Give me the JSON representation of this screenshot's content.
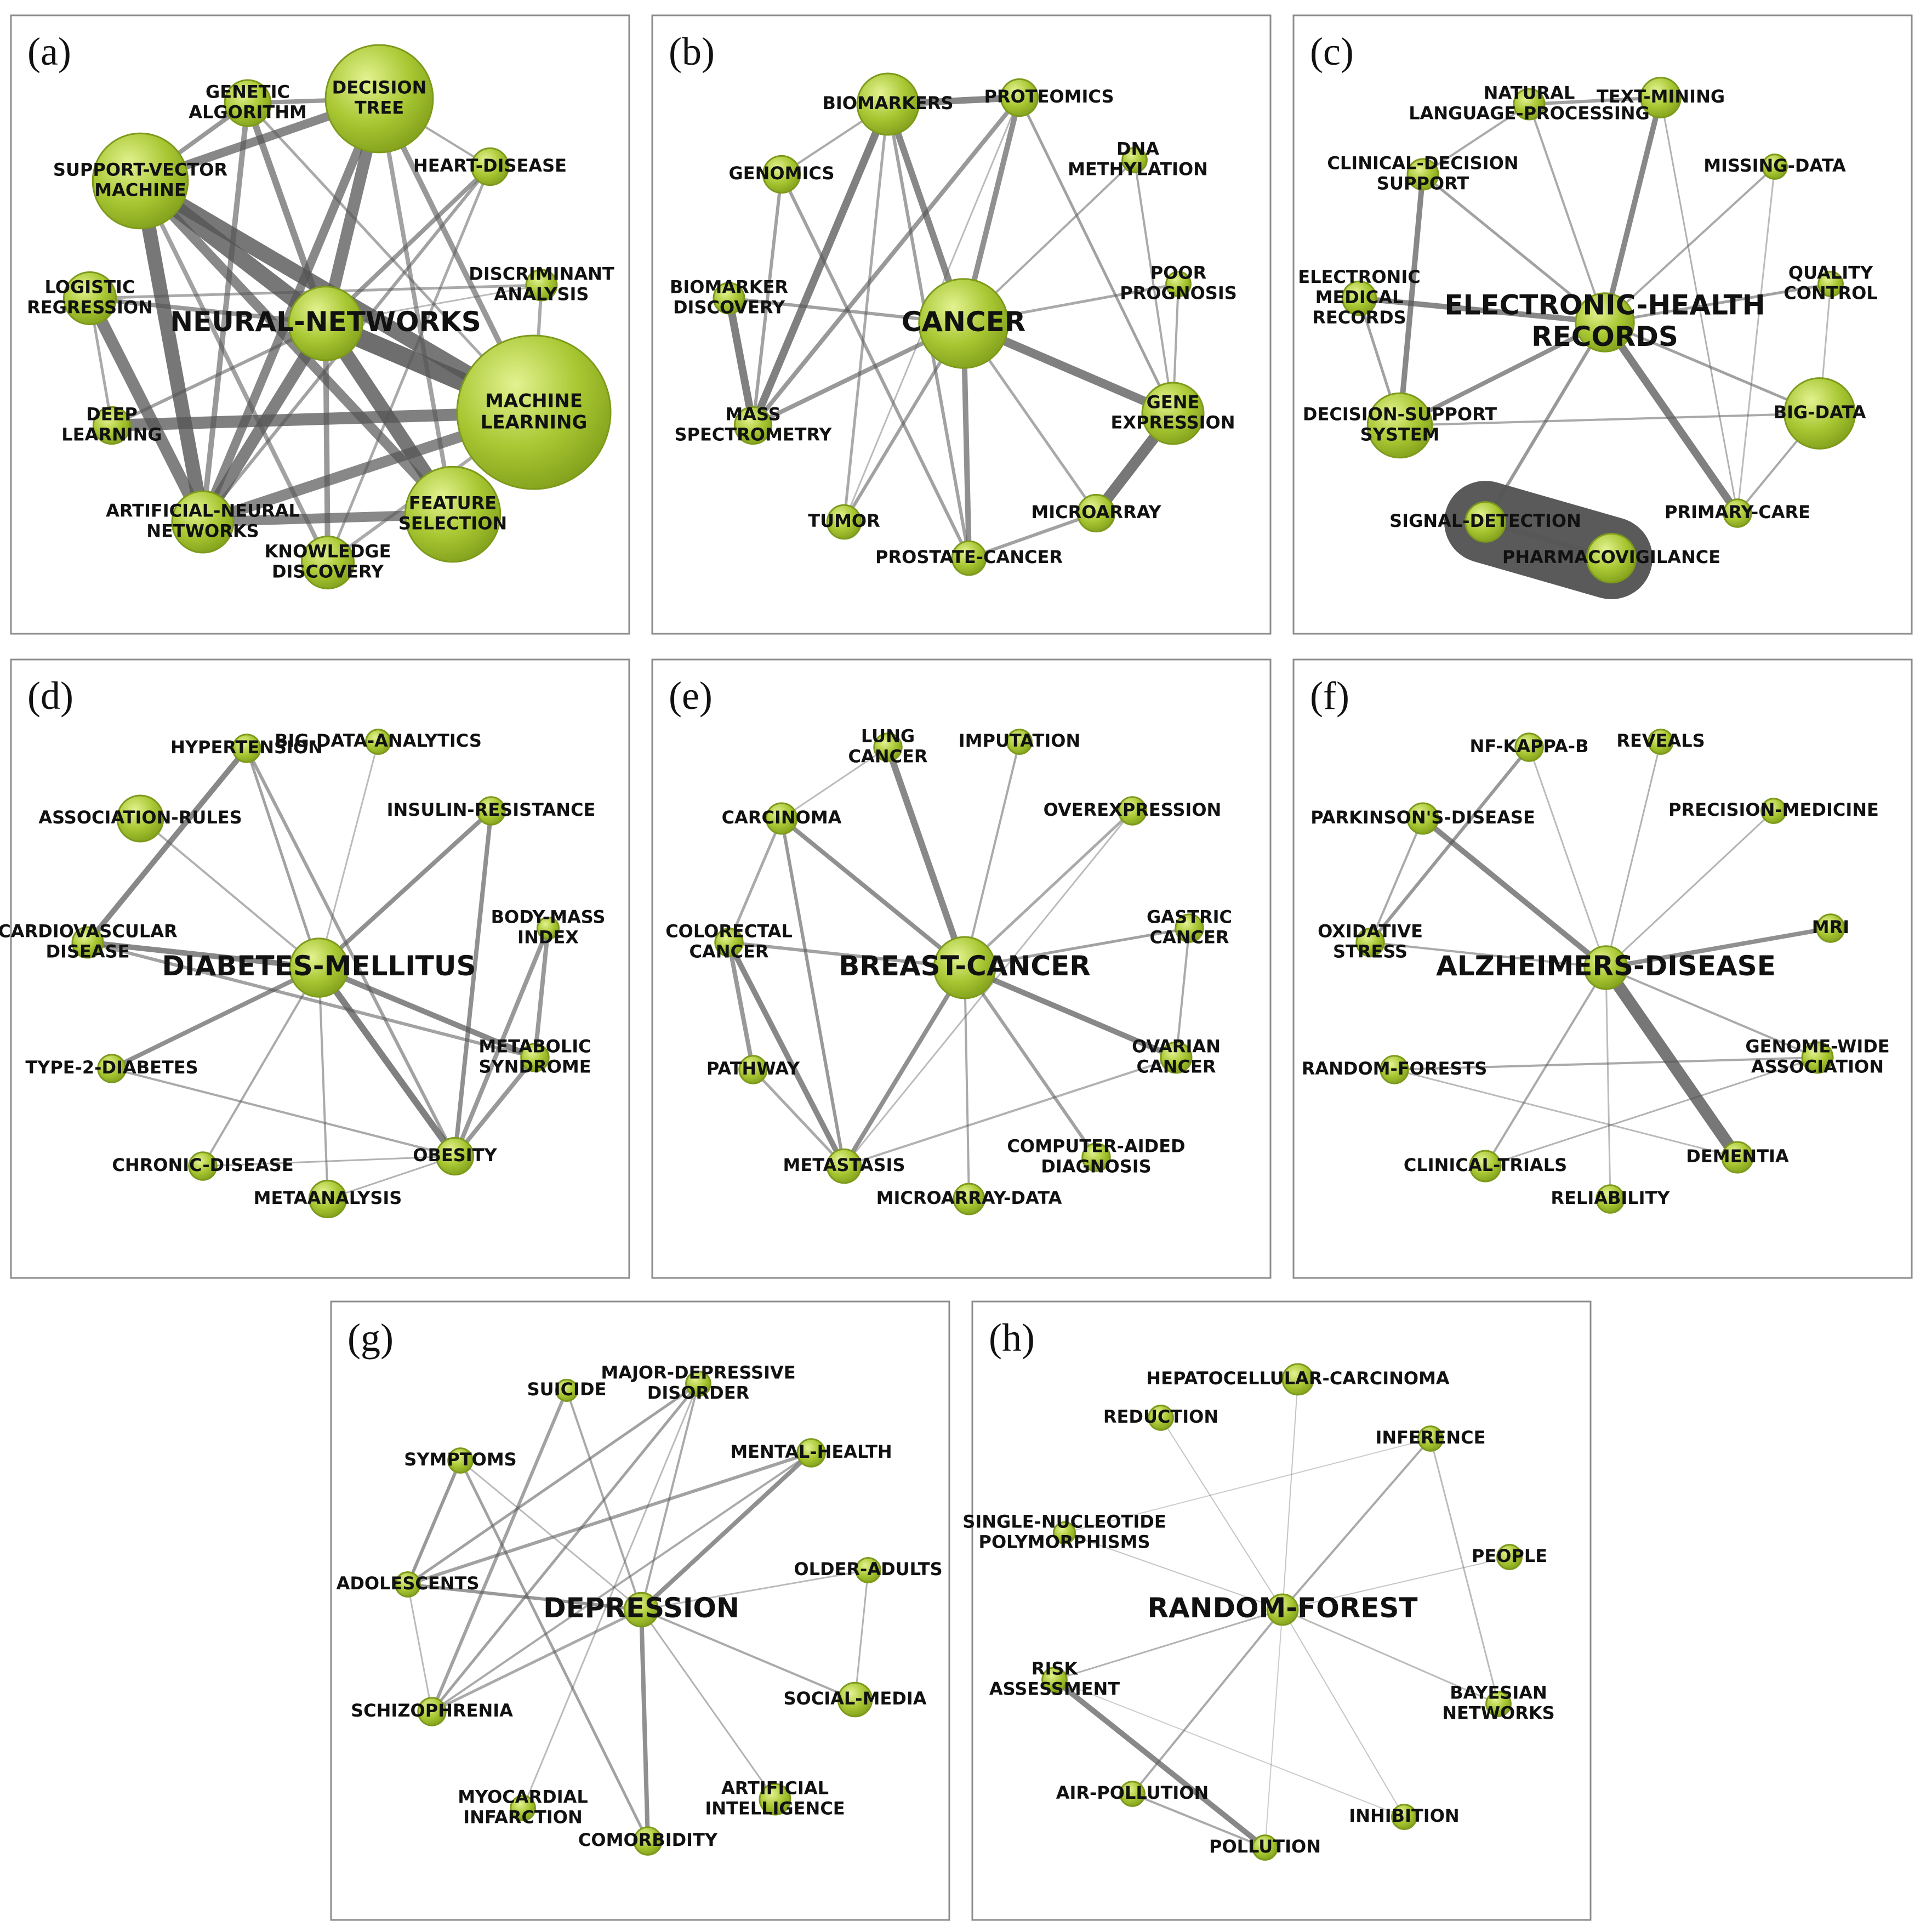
{
  "theme": {
    "node_fill": "#9dbd28",
    "node_light": "#dff08a",
    "node_stroke": "#7d9a1c",
    "edge": "#555555",
    "cluster": "#5a5a5a"
  },
  "panels": [
    {
      "letter": "(a)",
      "nodes": [
        {
          "id": "nn",
          "label": "NEURAL-NETWORKS",
          "size": 48
        },
        {
          "id": "ml",
          "label": "MACHINE\nLEARNING",
          "size": 100
        },
        {
          "id": "dt",
          "label": "DECISION\nTREE",
          "size": 70
        },
        {
          "id": "svm",
          "label": "SUPPORT-VECTOR\nMACHINE",
          "size": 62
        },
        {
          "id": "fs",
          "label": "FEATURE\nSELECTION",
          "size": 62
        },
        {
          "id": "ga",
          "label": "GENETIC\nALGORITHM",
          "size": 30
        },
        {
          "id": "hd",
          "label": "HEART-DISEASE",
          "size": 24
        },
        {
          "id": "da",
          "label": "DISCRIMINANT\nANALYSIS",
          "size": 20
        },
        {
          "id": "lr",
          "label": "LOGISTIC\nREGRESSION",
          "size": 34
        },
        {
          "id": "dl",
          "label": "DEEP\nLEARNING",
          "size": 24
        },
        {
          "id": "ann",
          "label": "ARTIFICIAL-NEURAL\nNETWORKS",
          "size": 40
        },
        {
          "id": "kd",
          "label": "KNOWLEDGE\nDISCOVERY",
          "size": 34
        }
      ]
    },
    {
      "letter": "(b)",
      "nodes": [
        {
          "id": "ca",
          "label": "CANCER",
          "size": 58
        },
        {
          "id": "bm",
          "label": "BIOMARKERS",
          "size": 40
        },
        {
          "id": "pr",
          "label": "PROTEOMICS",
          "size": 24
        },
        {
          "id": "ge",
          "label": "GENOMICS",
          "size": 24
        },
        {
          "id": "dna",
          "label": "DNA\nMETHYLATION",
          "size": 16
        },
        {
          "id": "bd",
          "label": "BIOMARKER\nDISCOVERY",
          "size": 20
        },
        {
          "id": "pp",
          "label": "POOR\nPROGNOSIS",
          "size": 16
        },
        {
          "id": "gx",
          "label": "GENE\nEXPRESSION",
          "size": 40
        },
        {
          "id": "ms",
          "label": "MASS\nSPECTROMETRY",
          "size": 24
        },
        {
          "id": "tu",
          "label": "TUMOR",
          "size": 22
        },
        {
          "id": "mi",
          "label": "MICROARRAY",
          "size": 24
        },
        {
          "id": "pc",
          "label": "PROSTATE-CANCER",
          "size": 22
        }
      ]
    },
    {
      "letter": "(c)",
      "nodes": [
        {
          "id": "ehr",
          "label": "ELECTRONIC-HEALTH\nRECORDS",
          "size": 38
        },
        {
          "id": "nlp",
          "label": "NATURAL\nLANGUAGE-PROCESSING",
          "size": 20
        },
        {
          "id": "tm",
          "label": "TEXT-MINING",
          "size": 26
        },
        {
          "id": "cds",
          "label": "CLINICAL-DECISION\nSUPPORT",
          "size": 20
        },
        {
          "id": "md",
          "label": "MISSING-DATA",
          "size": 16
        },
        {
          "id": "emr",
          "label": "ELECTRONIC\nMEDICAL\nRECORDS",
          "size": 22
        },
        {
          "id": "qc",
          "label": "QUALITY\nCONTROL",
          "size": 16
        },
        {
          "id": "dss",
          "label": "DECISION-SUPPORT\nSYSTEM",
          "size": 42
        },
        {
          "id": "bgd",
          "label": "BIG-DATA",
          "size": 46
        },
        {
          "id": "sd",
          "label": "SIGNAL-DETECTION",
          "size": 26
        },
        {
          "id": "pcr",
          "label": "PRIMARY-CARE",
          "size": 18
        },
        {
          "id": "pv",
          "label": "PHARMACOVIGILANCE",
          "size": 32
        }
      ]
    },
    {
      "letter": "(d)",
      "nodes": [
        {
          "id": "dm",
          "label": "DIABETES-MELLITUS",
          "size": 38
        },
        {
          "id": "hyp",
          "label": "HYPERTENSION",
          "size": 18
        },
        {
          "id": "bda",
          "label": "BIG-DATA-ANALYTICS",
          "size": 16
        },
        {
          "id": "ar",
          "label": "ASSOCIATION-RULES",
          "size": 30
        },
        {
          "id": "ir",
          "label": "INSULIN-RESISTANCE",
          "size": 18
        },
        {
          "id": "cvd",
          "label": "CARDIOVASCULAR\nDISEASE",
          "size": 20
        },
        {
          "id": "bmi",
          "label": "BODY-MASS\nINDEX",
          "size": 14
        },
        {
          "id": "t2d",
          "label": "TYPE-2-DIABETES",
          "size": 18
        },
        {
          "id": "ms2",
          "label": "METABOLIC\nSYNDROME",
          "size": 18
        },
        {
          "id": "cd",
          "label": "CHRONIC-DISEASE",
          "size": 18
        },
        {
          "id": "ob",
          "label": "OBESITY",
          "size": 24
        },
        {
          "id": "ma",
          "label": "METAANALYSIS",
          "size": 24
        }
      ]
    },
    {
      "letter": "(e)",
      "nodes": [
        {
          "id": "bc",
          "label": "BREAST-CANCER",
          "size": 40
        },
        {
          "id": "lc",
          "label": "LUNG\nCANCER",
          "size": 18
        },
        {
          "id": "imp",
          "label": "IMPUTATION",
          "size": 16
        },
        {
          "id": "car",
          "label": "CARCINOMA",
          "size": 20
        },
        {
          "id": "ove",
          "label": "OVEREXPRESSION",
          "size": 18
        },
        {
          "id": "crc",
          "label": "COLORECTAL\nCANCER",
          "size": 18
        },
        {
          "id": "gc",
          "label": "GASTRIC\nCANCER",
          "size": 18
        },
        {
          "id": "pw",
          "label": "PATHWAY",
          "size": 18
        },
        {
          "id": "oc",
          "label": "OVARIAN\nCANCER",
          "size": 20
        },
        {
          "id": "met",
          "label": "METASTASIS",
          "size": 22
        },
        {
          "id": "cad",
          "label": "COMPUTER-AIDED\nDIAGNOSIS",
          "size": 18
        },
        {
          "id": "mad",
          "label": "MICROARRAY-DATA",
          "size": 20
        }
      ]
    },
    {
      "letter": "(f)",
      "nodes": [
        {
          "id": "ad",
          "label": "ALZHEIMERS-DISEASE",
          "size": 28
        },
        {
          "id": "nfk",
          "label": "NF-KAPPA-B",
          "size": 18
        },
        {
          "id": "rev",
          "label": "REVEALS",
          "size": 16
        },
        {
          "id": "pd",
          "label": "PARKINSON'S-DISEASE",
          "size": 20
        },
        {
          "id": "pm",
          "label": "PRECISION-MEDICINE",
          "size": 16
        },
        {
          "id": "os",
          "label": "OXIDATIVE\nSTRESS",
          "size": 18
        },
        {
          "id": "mri",
          "label": "MRI",
          "size": 18
        },
        {
          "id": "rf",
          "label": "RANDOM-FORESTS",
          "size": 18
        },
        {
          "id": "gwa",
          "label": "GENOME-WIDE\nASSOCIATION",
          "size": 20
        },
        {
          "id": "ct",
          "label": "CLINICAL-TRIALS",
          "size": 20
        },
        {
          "id": "dem",
          "label": "DEMENTIA",
          "size": 20
        },
        {
          "id": "rel",
          "label": "RELIABILITY",
          "size": 18
        }
      ]
    },
    {
      "letter": "(g)",
      "nodes": [
        {
          "id": "dep",
          "label": "DEPRESSION",
          "size": 22
        },
        {
          "id": "sui",
          "label": "SUICIDE",
          "size": 14
        },
        {
          "id": "mdd",
          "label": "MAJOR-DEPRESSIVE\nDISORDER",
          "size": 16
        },
        {
          "id": "sym",
          "label": "SYMPTOMS",
          "size": 16
        },
        {
          "id": "mh",
          "label": "MENTAL-HEALTH",
          "size": 18
        },
        {
          "id": "oa",
          "label": "OLDER-ADULTS",
          "size": 16
        },
        {
          "id": "ado",
          "label": "ADOLESCENTS",
          "size": 16
        },
        {
          "id": "sm",
          "label": "SOCIAL-MEDIA",
          "size": 22
        },
        {
          "id": "sch",
          "label": "SCHIZOPHRENIA",
          "size": 18
        },
        {
          "id": "mi2",
          "label": "MYOCARDIAL\nINFARCTION",
          "size": 16
        },
        {
          "id": "ai",
          "label": "ARTIFICIAL\nINTELLIGENCE",
          "size": 20
        },
        {
          "id": "com",
          "label": "COMORBIDITY",
          "size": 18
        }
      ]
    },
    {
      "letter": "(h)",
      "nodes": [
        {
          "id": "rfo",
          "label": "RANDOM-FOREST",
          "size": 20
        },
        {
          "id": "hcc",
          "label": "HEPATOCELLULAR-CARCINOMA",
          "size": 20
        },
        {
          "id": "red",
          "label": "REDUCTION",
          "size": 16
        },
        {
          "id": "inf",
          "label": "INFERENCE",
          "size": 16
        },
        {
          "id": "snp",
          "label": "SINGLE-NUCLEOTIDE\nPOLYMORPHISMS",
          "size": 14
        },
        {
          "id": "peo",
          "label": "PEOPLE",
          "size": 16
        },
        {
          "id": "ra",
          "label": "RISK\nASSESSMENT",
          "size": 16
        },
        {
          "id": "bn",
          "label": "BAYESIAN\nNETWORKS",
          "size": 16
        },
        {
          "id": "ap",
          "label": "AIR-POLLUTION",
          "size": 16
        },
        {
          "id": "inh",
          "label": "INHIBITION",
          "size": 16
        },
        {
          "id": "pol",
          "label": "POLLUTION",
          "size": 16
        }
      ]
    }
  ]
}
